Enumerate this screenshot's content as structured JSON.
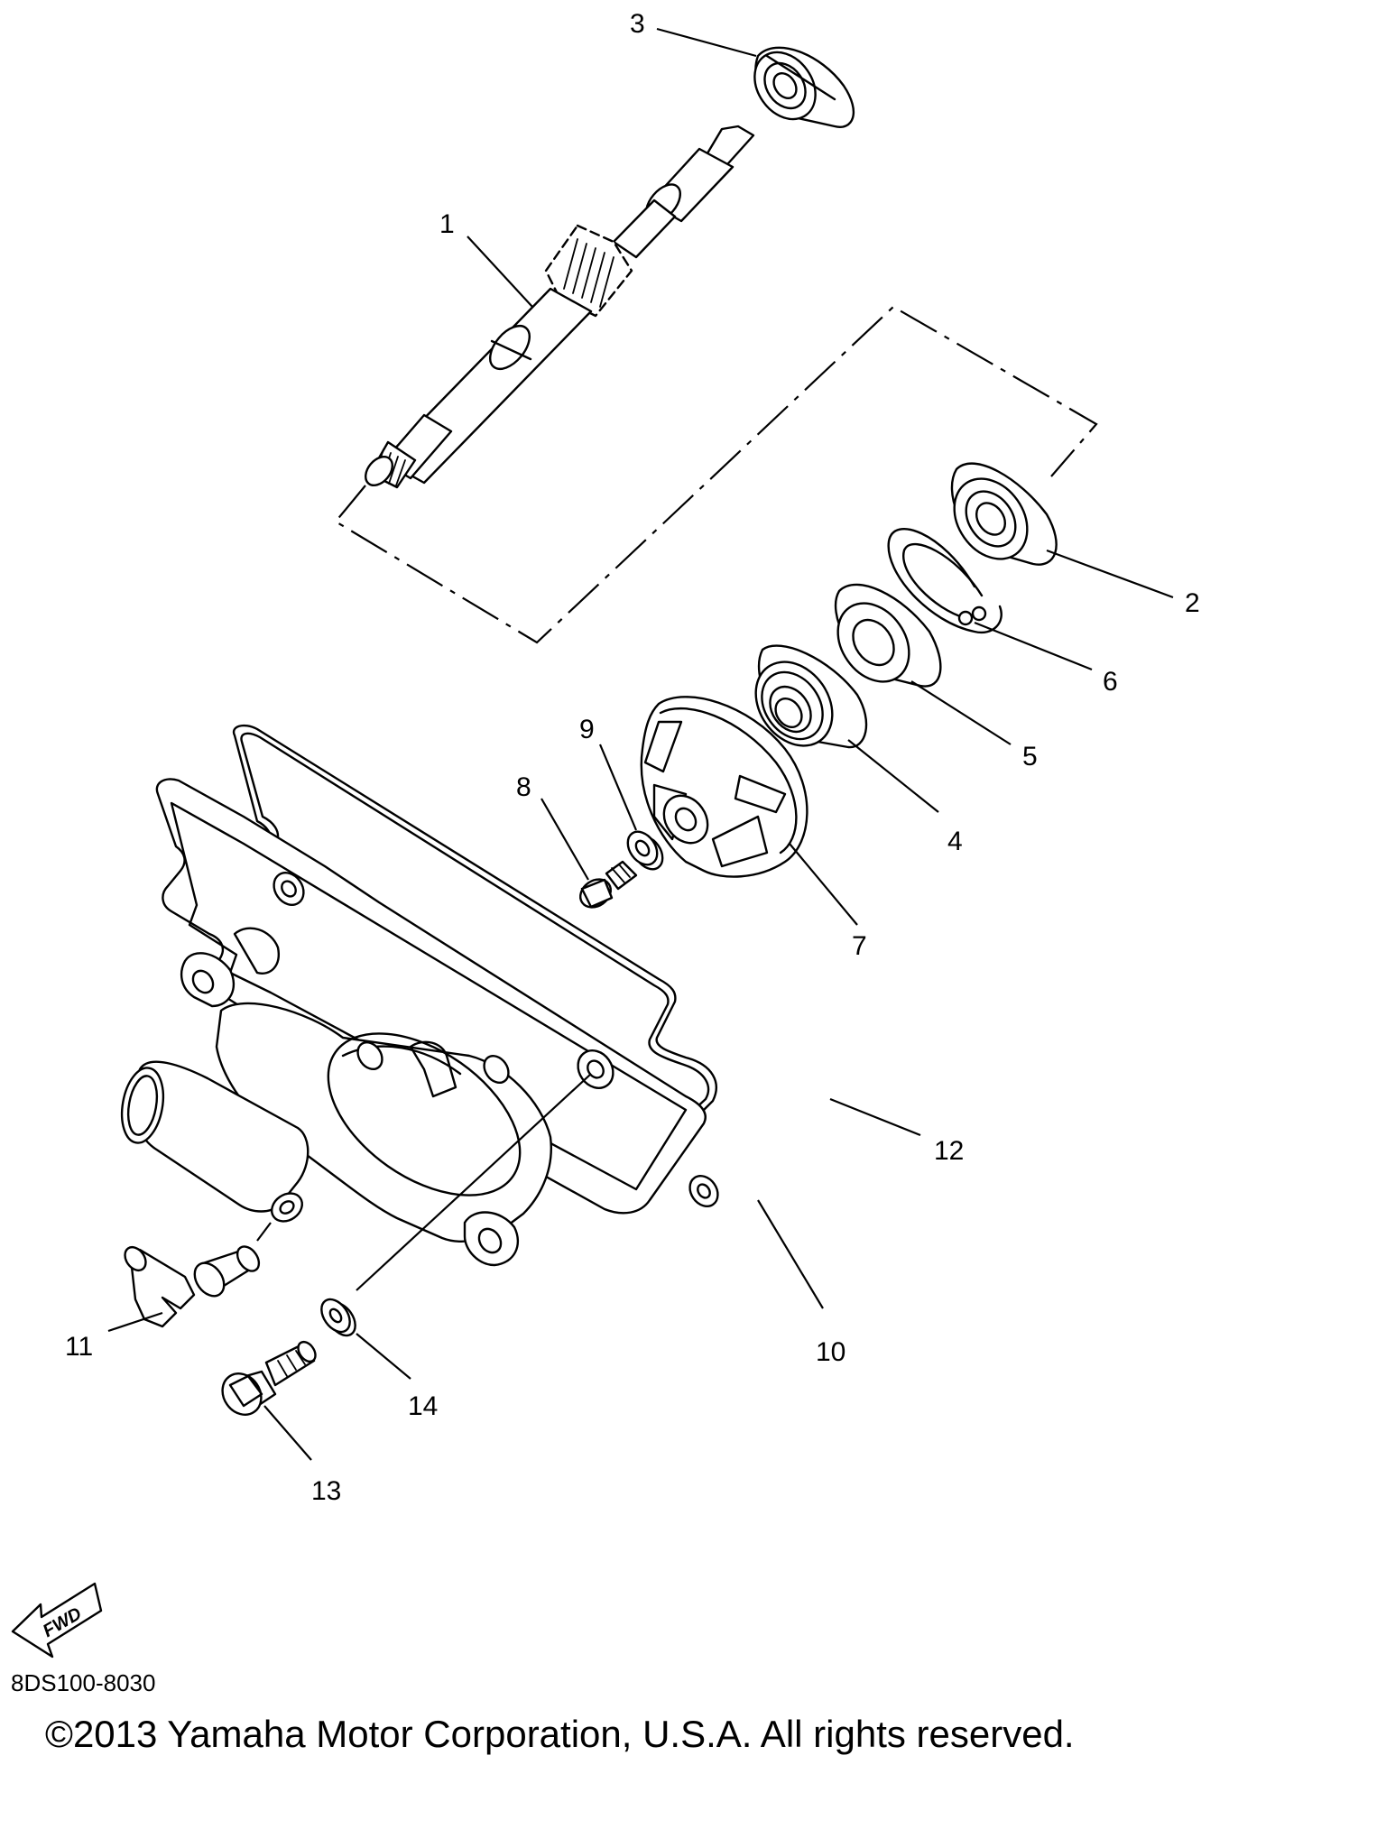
{
  "diagram_code": "8DS100-8030",
  "copyright": "©2013 Yamaha Motor Corporation, U.S.A. All rights reserved.",
  "fwd_label": "FWD",
  "callouts": [
    {
      "id": "1",
      "label": "1"
    },
    {
      "id": "2",
      "label": "2"
    },
    {
      "id": "3",
      "label": "3"
    },
    {
      "id": "4",
      "label": "4"
    },
    {
      "id": "5",
      "label": "5"
    },
    {
      "id": "6",
      "label": "6"
    },
    {
      "id": "7",
      "label": "7"
    },
    {
      "id": "8",
      "label": "8"
    },
    {
      "id": "9",
      "label": "9"
    },
    {
      "id": "10",
      "label": "10"
    },
    {
      "id": "11",
      "label": "11"
    },
    {
      "id": "12",
      "label": "12"
    },
    {
      "id": "13",
      "label": "13"
    },
    {
      "id": "14",
      "label": "14"
    }
  ]
}
